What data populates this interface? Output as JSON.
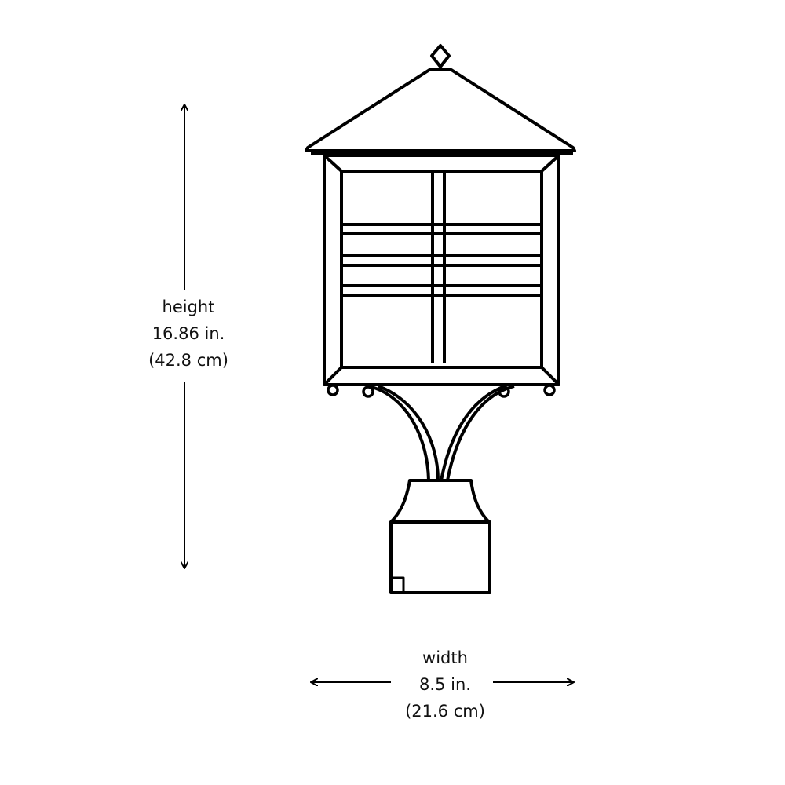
{
  "dimensions": {
    "height": {
      "label": "height",
      "imperial": "16.86 in.",
      "metric": "(42.8 cm)"
    },
    "width": {
      "label": "width",
      "imperial": "8.5 in.",
      "metric": "(21.6 cm)"
    }
  },
  "colors": {
    "line": "#000000",
    "background": "#ffffff"
  }
}
